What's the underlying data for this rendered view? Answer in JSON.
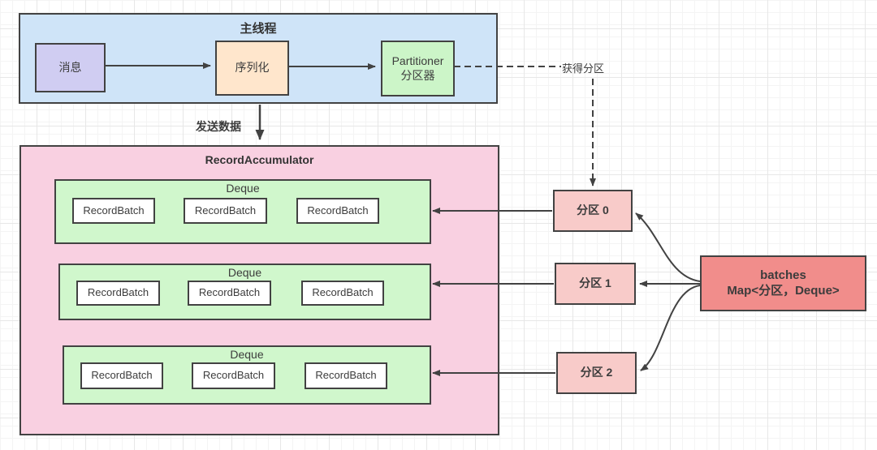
{
  "colors": {
    "main_thread_fill": "#cfe4f8",
    "message_fill": "#d0cdf2",
    "serialize_fill": "#ffe6cc",
    "partitioner_fill": "#ccf5c8",
    "accumulator_fill": "#f9d0e1",
    "deque_fill": "#d0f7cc",
    "batch_fill": "#ffffff",
    "partition_fill": "#f8cbc9",
    "batches_map_fill": "#f18d8b",
    "line_color": "#424242",
    "grid_minor": "#f4f4f4",
    "grid_major": "#e7e7e7"
  },
  "main_thread": {
    "title": "主线程",
    "message": "消息",
    "serialize": "序列化",
    "partitioner_line1": "Partitioner",
    "partitioner_line2": "分区器"
  },
  "labels": {
    "get_partition": "获得分区",
    "send_data": "发送数据"
  },
  "accumulator": {
    "title": "RecordAccumulator",
    "deques": [
      {
        "title": "Deque",
        "batches": [
          "RecordBatch",
          "RecordBatch",
          "RecordBatch"
        ]
      },
      {
        "title": "Deque",
        "batches": [
          "RecordBatch",
          "RecordBatch",
          "RecordBatch"
        ]
      },
      {
        "title": "Deque",
        "batches": [
          "RecordBatch",
          "RecordBatch",
          "RecordBatch"
        ]
      }
    ]
  },
  "partitions": [
    {
      "label": "分区 0"
    },
    {
      "label": "分区 1"
    },
    {
      "label": "分区 2"
    }
  ],
  "batches_box": {
    "line1": "batches",
    "line2": "Map<分区，Deque>"
  }
}
